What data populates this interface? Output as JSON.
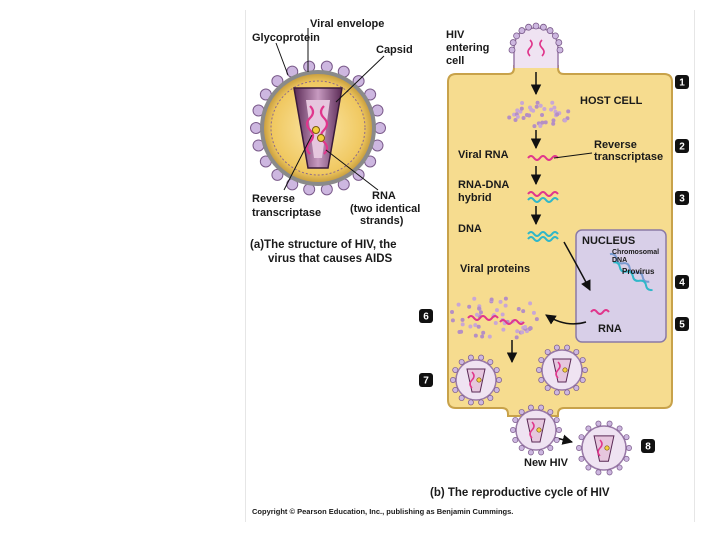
{
  "structure": {
    "labels": {
      "viral_envelope": "Viral envelope",
      "glycoprotein": "Glycoprotein",
      "capsid": "Capsid",
      "reverse_transcriptase_1": "Reverse",
      "reverse_transcriptase_2": "transcriptase",
      "rna_1": "RNA",
      "rna_2": "(two identical",
      "rna_3": "strands)"
    },
    "caption_line1": "(a)The structure of HIV, the",
    "caption_line2": "virus that causes AIDS"
  },
  "cycle": {
    "labels": {
      "hiv_entering_1": "HIV",
      "hiv_entering_2": "entering",
      "hiv_entering_3": "cell",
      "host_cell": "HOST CELL",
      "reverse_transcriptase_1": "Reverse",
      "reverse_transcriptase_2": "transcriptase",
      "viral_rna": "Viral RNA",
      "rna_dna_1": "RNA-DNA",
      "rna_dna_2": "hybrid",
      "dna": "DNA",
      "nucleus": "NUCLEUS",
      "chromosomal_1": "Chromosomal",
      "chromosomal_2": "DNA",
      "provirus": "Provirus",
      "viral_proteins": "Viral proteins",
      "rna": "RNA",
      "new_hiv": "New HIV"
    },
    "steps": [
      "1",
      "2",
      "3",
      "4",
      "5",
      "6",
      "7",
      "8"
    ],
    "caption": "(b) The reproductive cycle of HIV"
  },
  "copyright": "Copyright © Pearson Education, Inc., publishing as Benjamin Cummings.",
  "colors": {
    "host_cell": "#f6dc8f",
    "host_cell_border": "#c8a24a",
    "nucleus": "#d8cfe8",
    "glycoprotein": "#cdb7e0",
    "rna": "#e0368c",
    "dna": "#2fb7c9",
    "envelope": "#e7b83c"
  }
}
